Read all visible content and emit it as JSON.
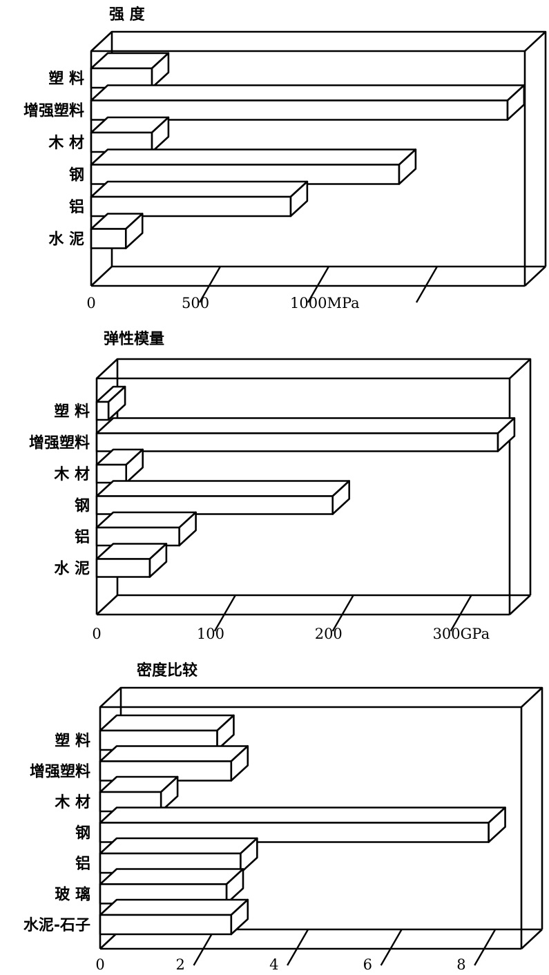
{
  "chart_data": [
    {
      "type": "bar",
      "title": "强 度",
      "categories": [
        "塑 料",
        "增强塑料",
        "木 材",
        "钢",
        "铝",
        "水 泥"
      ],
      "values": [
        280,
        1920,
        280,
        1420,
        920,
        160
      ],
      "xlim": [
        0,
        2000
      ],
      "tick_labels": [
        {
          "value": 0,
          "label": "0"
        },
        {
          "value": 500,
          "label": "500"
        },
        {
          "value": 1000,
          "label": "1000MPa"
        }
      ],
      "tick_values": [
        500,
        1000,
        1500,
        2000
      ]
    },
    {
      "type": "bar",
      "title": "弹性模量",
      "categories": [
        "塑 料",
        "增强塑料",
        "木 材",
        "钢",
        "铝",
        "水 泥"
      ],
      "values": [
        10,
        340,
        25,
        200,
        70,
        45
      ],
      "xlim": [
        0,
        350
      ],
      "tick_labels": [
        {
          "value": 0,
          "label": "0"
        },
        {
          "value": 100,
          "label": "100"
        },
        {
          "value": 200,
          "label": "200"
        },
        {
          "value": 300,
          "label": "300GPa"
        }
      ],
      "tick_values": [
        100,
        200,
        300
      ]
    },
    {
      "type": "bar",
      "title": "密度比较",
      "categories": [
        "塑 料",
        "增强塑料",
        "木 材",
        "钢",
        "铝",
        "玻 璃",
        "水泥-石子"
      ],
      "values": [
        2.5,
        2.8,
        1.3,
        8.3,
        3.0,
        2.7,
        2.8
      ],
      "xlim": [
        0,
        9
      ],
      "tick_labels": [
        {
          "value": 0,
          "label": "0"
        },
        {
          "value": 2,
          "label": "2"
        },
        {
          "value": 4,
          "label": "4"
        },
        {
          "value": 6,
          "label": "6"
        },
        {
          "value": 8,
          "label": "8"
        }
      ],
      "tick_values": [
        2,
        4,
        6,
        8
      ]
    }
  ]
}
